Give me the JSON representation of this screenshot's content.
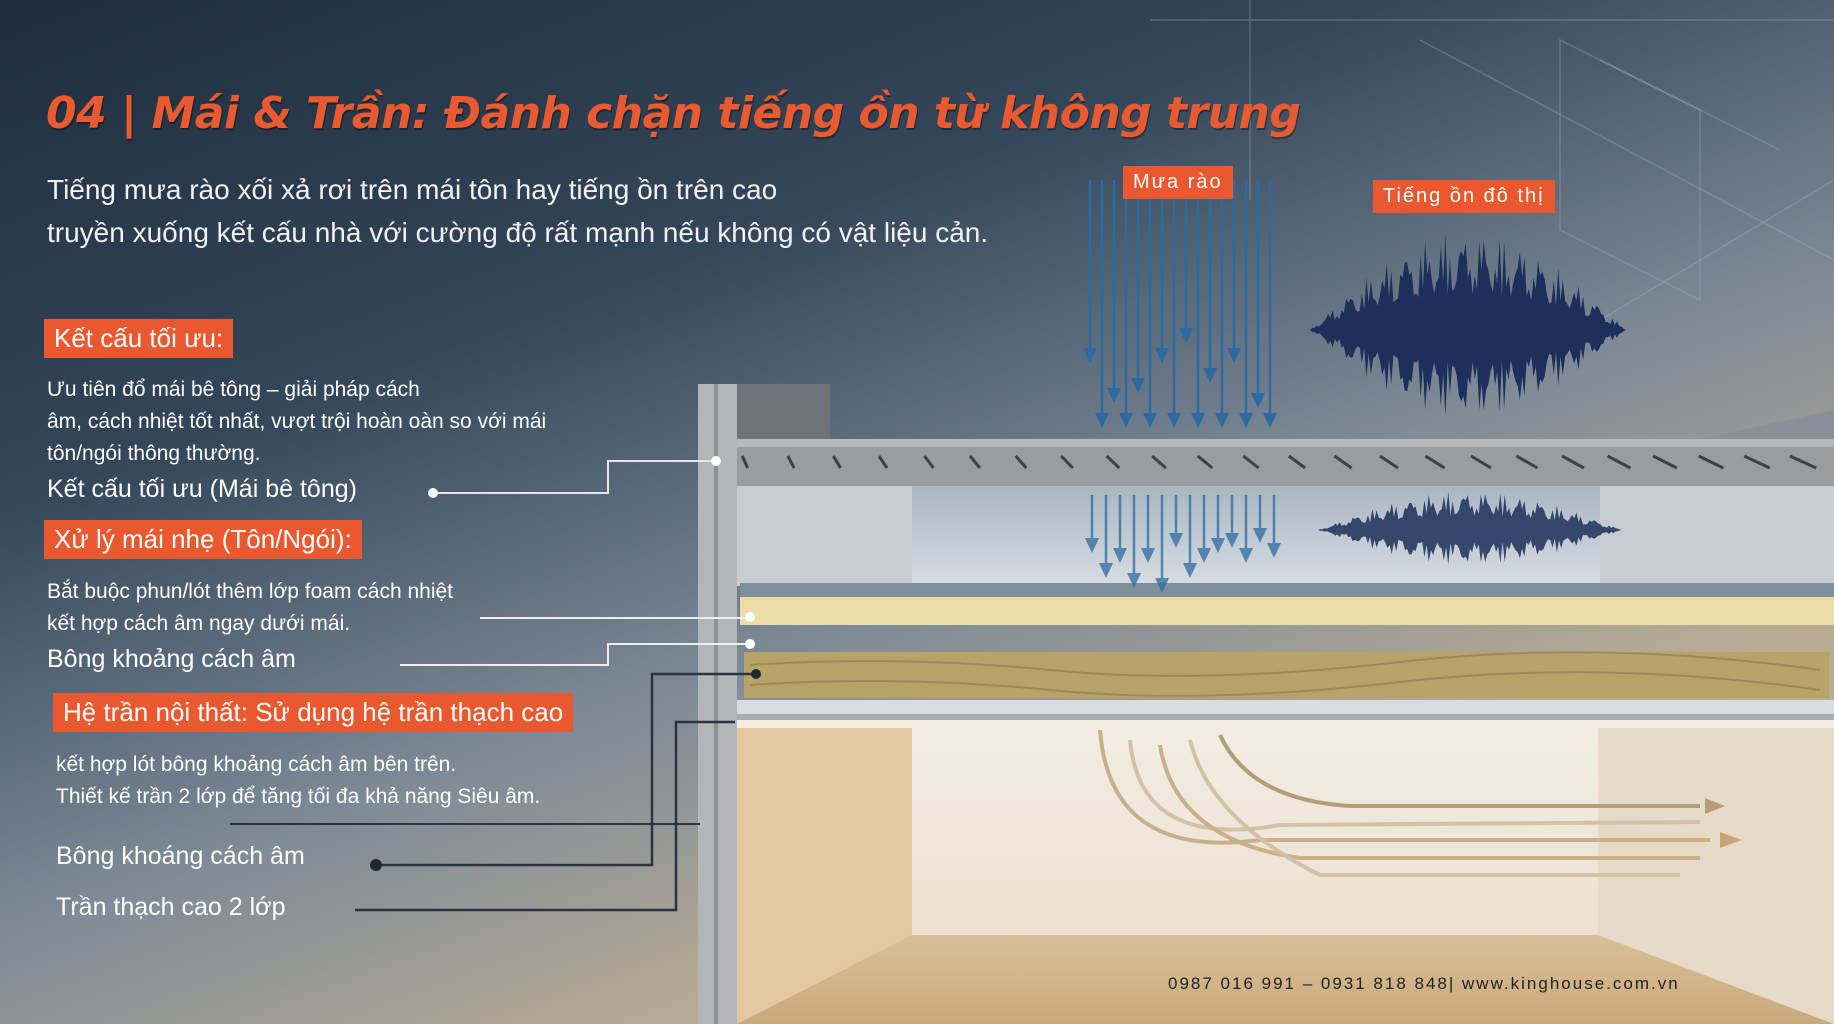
{
  "title": "04 | Mái & Trần: Đánh chặn tiếng ồn từ không trung",
  "subtitle": [
    "Tiếng mưa rào xối xả rơi trên mái tôn hay tiếng ồn trên cao",
    "truyền xuống kết cấu nhà với cường độ rất mạnh nếu không có vật liệu cản."
  ],
  "sections": [
    {
      "heading": "Kết cấu tối ưu:",
      "body": [
        "Ưu tiên đổ mái bê tông – giải pháp cách",
        "âm, cách nhiệt tốt nhất, vượt trội hoàn oàn so với mái",
        "tôn/ngói thông thường."
      ],
      "label": "Kết cấu tối ưu (Mái bê tông)"
    },
    {
      "heading": "Xử lý mái nhẹ (Tôn/Ngói):",
      "body": [
        "Bắt buộc phun/lót thêm lớp foam cách nhiệt",
        "kết hợp cách âm ngay dưới mái."
      ],
      "label": "Bông khoảng cách âm"
    },
    {
      "heading": "Hệ trần nội thất: Sử dụng hệ trần thạch cao",
      "body": [
        "kết hợp lót bông khoảng cách âm bên trên.",
        "Thiết kế trần 2 lớp để tăng tối đa khả năng Siêu âm."
      ],
      "labels": [
        "Bông khoáng cách âm",
        "Trần thạch cao 2 lớp"
      ]
    }
  ],
  "tags": {
    "rain": "Mưa rào",
    "urban_noise": "Tiếng ồn đô thị"
  },
  "footer": "0987 016 991 – 0931 818 848| www.kinghouse.com.vn",
  "colors": {
    "accent": "#e9582f",
    "rain_arrow": "#2d6aa3",
    "wave": "#1d2f5a"
  }
}
